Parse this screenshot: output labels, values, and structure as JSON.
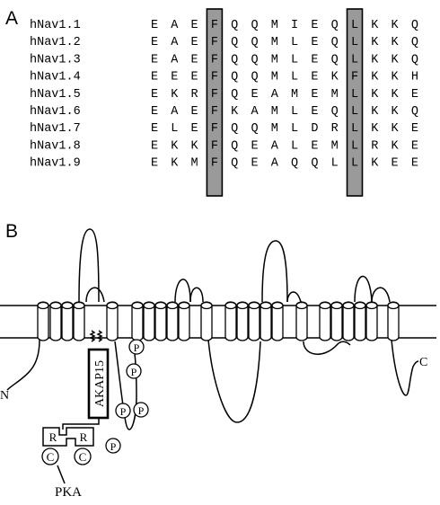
{
  "panel_a": {
    "label": "A",
    "highlight_columns": [
      3,
      10
    ],
    "highlight_color": "#9a9a9a",
    "sequences": [
      {
        "name": "hNav1.1",
        "residues": [
          "E",
          "A",
          "E",
          "F",
          "Q",
          "Q",
          "M",
          "I",
          "E",
          "Q",
          "L",
          "K",
          "K",
          "Q"
        ]
      },
      {
        "name": "hNav1.2",
        "residues": [
          "E",
          "A",
          "E",
          "F",
          "Q",
          "Q",
          "M",
          "L",
          "E",
          "Q",
          "L",
          "K",
          "K",
          "Q"
        ]
      },
      {
        "name": "hNav1.3",
        "residues": [
          "E",
          "A",
          "E",
          "F",
          "Q",
          "Q",
          "M",
          "L",
          "E",
          "Q",
          "L",
          "K",
          "K",
          "Q"
        ]
      },
      {
        "name": "hNav1.4",
        "residues": [
          "E",
          "E",
          "E",
          "F",
          "Q",
          "Q",
          "M",
          "L",
          "E",
          "K",
          "F",
          "K",
          "K",
          "H"
        ]
      },
      {
        "name": "hNav1.5",
        "residues": [
          "E",
          "K",
          "R",
          "F",
          "Q",
          "E",
          "A",
          "M",
          "E",
          "M",
          "L",
          "K",
          "K",
          "E"
        ]
      },
      {
        "name": "hNav1.6",
        "residues": [
          "E",
          "A",
          "E",
          "F",
          "K",
          "A",
          "M",
          "L",
          "E",
          "Q",
          "L",
          "K",
          "K",
          "Q"
        ]
      },
      {
        "name": "hNav1.7",
        "residues": [
          "E",
          "L",
          "E",
          "F",
          "Q",
          "Q",
          "M",
          "L",
          "D",
          "R",
          "L",
          "K",
          "K",
          "E"
        ]
      },
      {
        "name": "hNav1.8",
        "residues": [
          "E",
          "K",
          "K",
          "F",
          "Q",
          "E",
          "A",
          "L",
          "E",
          "M",
          "L",
          "R",
          "K",
          "E"
        ]
      },
      {
        "name": "hNav1.9",
        "residues": [
          "E",
          "K",
          "M",
          "F",
          "Q",
          "E",
          "A",
          "Q",
          "Q",
          "L",
          "L",
          "K",
          "E",
          "E"
        ]
      }
    ]
  },
  "panel_b": {
    "label": "B",
    "n_terminus": "N",
    "c_terminus": "C",
    "akap_label": "AKAP15",
    "phospho_label": "P",
    "regulatory_label": "R",
    "catalytic_label": "C",
    "pka_label": "PKA"
  }
}
